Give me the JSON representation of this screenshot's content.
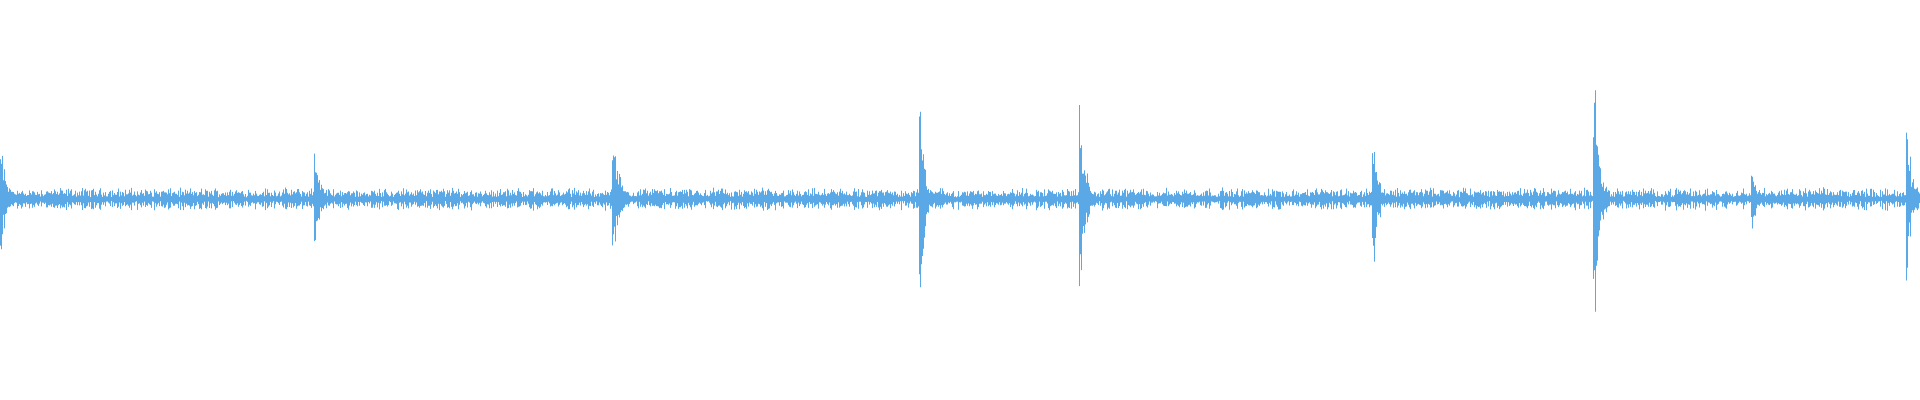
{
  "waveform": {
    "color": "#5aa9e6",
    "background": "#ffffff",
    "transient_amplitudes": [
      {
        "time": 0.0,
        "amplitude": 0.2
      },
      {
        "time": 0.164,
        "amplitude": 0.16
      },
      {
        "time": 0.319,
        "amplitude": 0.28
      },
      {
        "time": 0.479,
        "amplitude": 0.33
      },
      {
        "time": 0.562,
        "amplitude": 0.38
      },
      {
        "time": 0.715,
        "amplitude": 0.22
      },
      {
        "time": 0.83,
        "amplitude": 0.48
      },
      {
        "time": 0.912,
        "amplitude": 0.1
      },
      {
        "time": 0.993,
        "amplitude": 0.28
      }
    ],
    "baseline_amplitude": 0.03
  }
}
